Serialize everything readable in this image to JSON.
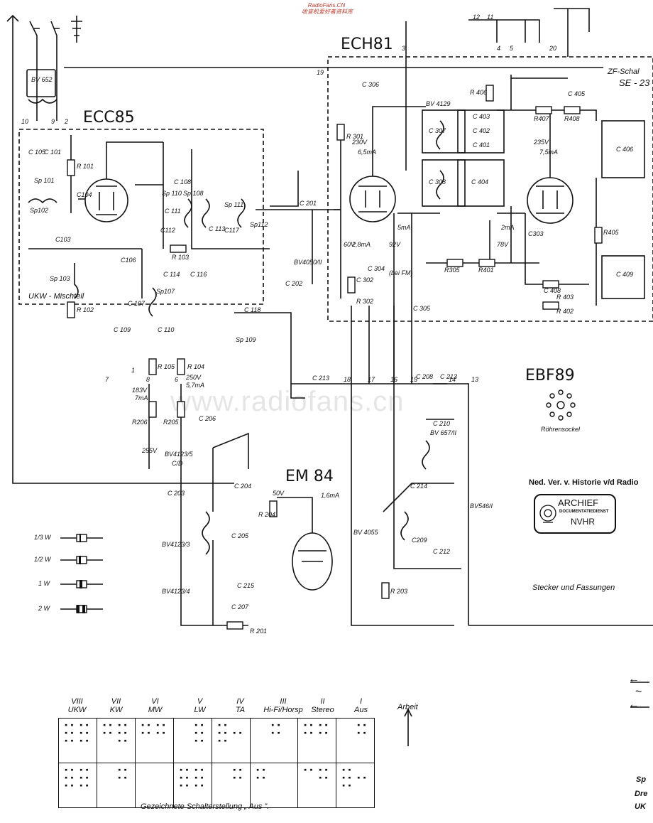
{
  "site": {
    "name": "RadioFans.CN",
    "subtitle": "收音机爱好者资料库"
  },
  "watermark": "www.radiofans.cn",
  "tubes": {
    "ecc85": "ECC85",
    "ech81": "ECH81",
    "ebf89": "EBF89",
    "em84": "EM 84"
  },
  "sections": {
    "ukw": "UKW - Mischteil",
    "zf_line1": "ZF-Schal",
    "zf_line2": "SE - 23",
    "roehrensockel": "Röhrensockel",
    "stecker": "Stecker  und  Fassungen"
  },
  "archive": {
    "header": "Ned. Ver. v. Historie v/d Radio",
    "name": "ARCHIEF",
    "sub": "DOCUMENTATIEDIENST",
    "org": "NVHR"
  },
  "resistor_legend": [
    "1/3 W",
    "1/2 W",
    "1 W",
    "2 W"
  ],
  "components": {
    "bv652": "BV 652",
    "bv4129": "BV 4129",
    "bv4050": "BV4050/II",
    "bv4123_5": "BV4123/5",
    "bv4123_3": "BV4123/3",
    "bv4123_4": "BV4123/4",
    "bv4055": "BV 4055",
    "bv657": "BV 657/II",
    "bv546": "BV546/I",
    "cd": "C/D",
    "r101": "R 101",
    "r102": "R 102",
    "r103": "R 103",
    "r104": "R 104",
    "r105": "R 105",
    "r205": "R205",
    "r206": "R206",
    "r204": "R 204",
    "r203": "R 203",
    "r201": "R 201",
    "r301": "R 301",
    "r302": "R 302",
    "r305": "R305",
    "r401": "R401",
    "r402": "R 402",
    "r403": "R 403",
    "r405": "R405",
    "r406": "R 406",
    "r407": "R407",
    "r408": "R408",
    "c101": "C 101",
    "c103": "C103",
    "c104": "C104",
    "c105": "C 105",
    "c106": "C106",
    "c107": "C 107",
    "c108": "C 108",
    "c109": "C 109",
    "c110": "C 110",
    "c111": "C 111",
    "c112": "C112",
    "c113": "C 113",
    "c114": "C 114",
    "c116": "C 116",
    "c117": "C117",
    "c118": "C 118",
    "c201": "C 201",
    "c202": "C 202",
    "c203": "C 203",
    "c204": "C 204",
    "c205": "C 205",
    "c206": "C 206",
    "c207": "C 207",
    "c208": "C 208",
    "c209": "C209",
    "c210": "C 210",
    "c212": "C 212",
    "c213": "C 213",
    "c213b": "C 213",
    "c214": "C 214",
    "c215": "C 215",
    "c302": "C 302",
    "c303": "C303",
    "c304": "C 304",
    "c305": "C 305",
    "c306": "C 306",
    "c307": "C 307",
    "c308": "C 308",
    "c401": "C 401",
    "c402": "C 402",
    "c403": "C 403",
    "c404": "C 404",
    "c405": "C 405",
    "c406": "C 406",
    "c408": "C 408",
    "c409": "C 409",
    "sp101": "Sp 101",
    "sp102": "Sp102",
    "sp103": "Sp 103",
    "sp107": "Sp107",
    "sp108": "Sp 108",
    "sp109": "Sp 109",
    "sp110": "Sp 110",
    "sp111": "Sp 111",
    "sp112": "Sp112"
  },
  "voltages": {
    "v230": "230V",
    "i65": "6,5mA",
    "v235": "235V",
    "i75": "7,5mA",
    "v250": "250V",
    "i57": "5,7mA",
    "v183": "183V",
    "i7": "7mA",
    "v60": "60V",
    "i28": "2,8mA",
    "v92": "92V",
    "i5": "5mA",
    "v78": "78V",
    "i2": "2mA",
    "v255": "255V",
    "i16": "1,6mA",
    "fm": "(bei FM)",
    "v50": "50V"
  },
  "terminals": [
    "1",
    "2",
    "3",
    "4",
    "5",
    "6",
    "7",
    "8",
    "9",
    "10",
    "11",
    "12",
    "13",
    "14",
    "15",
    "16",
    "17",
    "18",
    "19",
    "20"
  ],
  "switch_positions": [
    {
      "num": "VIII",
      "name": "UKW"
    },
    {
      "num": "VII",
      "name": "KW"
    },
    {
      "num": "VI",
      "name": "MW"
    },
    {
      "num": "V",
      "name": "LW"
    },
    {
      "num": "IV",
      "name": "TA"
    },
    {
      "num": "III",
      "name": "Hi-Fi/Horsp"
    },
    {
      "num": "II",
      "name": "Stereo"
    },
    {
      "num": "I",
      "name": "Aus"
    }
  ],
  "arbeit": "Arbeit",
  "caption": "Gezeichnete  Schalterstellung „ Aus ”.",
  "right_notes": [
    "Sp",
    "Dre",
    "UK"
  ],
  "arrows": [
    "←",
    "~",
    "←"
  ]
}
